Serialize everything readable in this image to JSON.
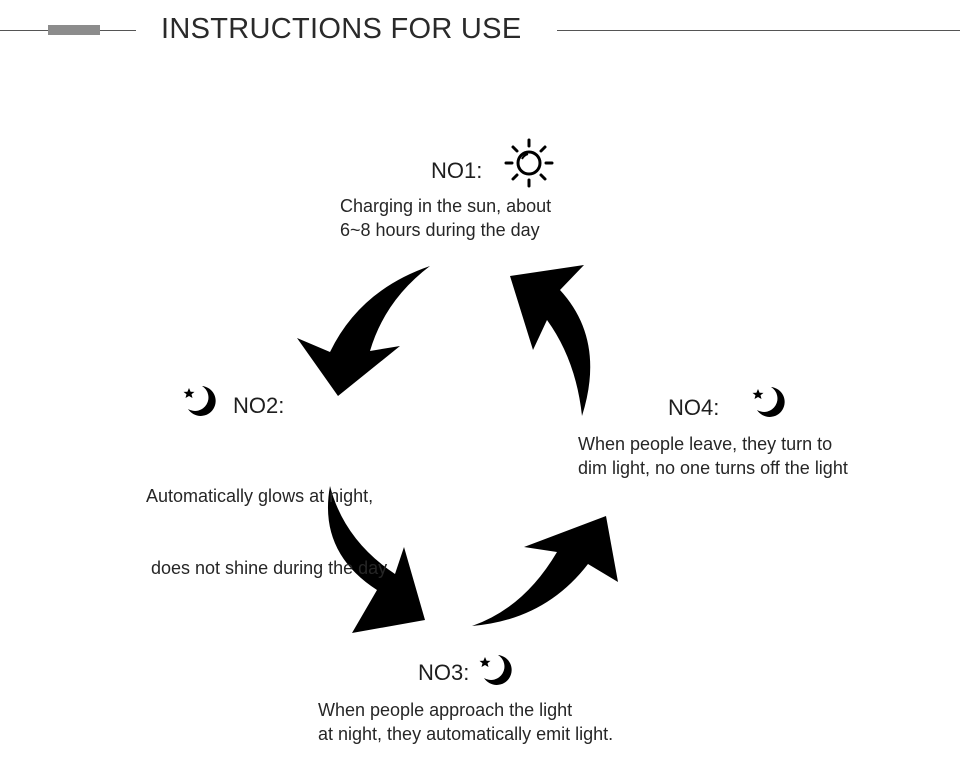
{
  "header": {
    "title": "INSTRUCTIONS FOR USE",
    "accent_color": "#8c8c8c",
    "line_color": "#555555"
  },
  "steps": [
    {
      "label": "NO1:",
      "icon": "sun-icon",
      "lines": [
        "Charging in the sun, about",
        "6~8 hours during the day"
      ]
    },
    {
      "label": "NO2:",
      "icon": "moon-star-icon",
      "lines": [
        "Automatically glows at night,",
        " does not shine during the day"
      ]
    },
    {
      "label": "NO3:",
      "icon": "moon-star-icon",
      "lines": [
        "When people approach the light",
        "at night, they automatically emit light."
      ]
    },
    {
      "label": "NO4:",
      "icon": "moon-star-icon",
      "lines": [
        "When people leave, they turn to",
        "dim light, no one turns off the light"
      ]
    }
  ],
  "arrow_color": "#000000"
}
